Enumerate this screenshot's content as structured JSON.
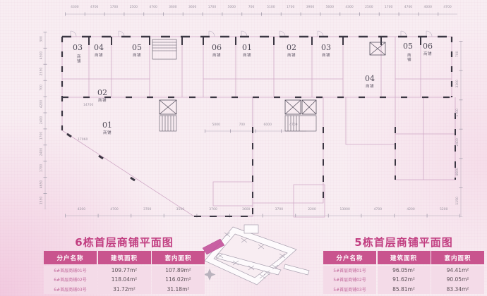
{
  "colors": {
    "accent": "#c13d80",
    "table_header_bg": "#c9548e",
    "table_row_bg": "#f4dbe8",
    "plan_line": "#cfa8c6",
    "dark_wall": "#3b3642",
    "keyplan_highlight": "#c4529b"
  },
  "plan": {
    "units": [
      {
        "num": "03",
        "label": "商铺"
      },
      {
        "num": "04",
        "label": "商铺"
      },
      {
        "num": "05",
        "label": "商铺"
      },
      {
        "num": "06",
        "label": "商铺"
      },
      {
        "num": "01",
        "label": "商铺"
      },
      {
        "num": "02",
        "label": "商铺"
      },
      {
        "num": "03",
        "label": "商铺"
      },
      {
        "num": "04",
        "label": "商铺"
      },
      {
        "num": "05",
        "label": "商铺"
      },
      {
        "num": "06",
        "label": "商铺"
      },
      {
        "num": "02",
        "label": "商铺"
      },
      {
        "num": "01",
        "label": "商铺"
      }
    ],
    "dim_top": [
      "4300",
      "4700",
      "1700",
      "2500",
      "4700",
      "3600",
      "3600",
      "1700",
      "5000",
      "700",
      "5100",
      "1700",
      "3900",
      "5600",
      "4300",
      "2500",
      "1700",
      "4700",
      "4000",
      "4700"
    ],
    "dim_bottom": [
      "4200",
      "4700",
      "3700",
      "3500",
      "3700",
      "3600",
      "3700",
      "2200",
      "13000",
      "4700",
      "4200",
      "5200"
    ],
    "dim_left": [
      "300",
      "4500",
      "2350",
      "700",
      "4200",
      "2400",
      "1700",
      "2400",
      "1700",
      "4650",
      "1550"
    ],
    "dim_right": [
      "700",
      "3300",
      "1700",
      "2400",
      "4600",
      "1150"
    ],
    "dim_inner_row": [
      "5000",
      "700",
      "6000",
      "4700"
    ],
    "dim_inner_a": "14700",
    "dim_inner_b": "17060"
  },
  "sections": [
    {
      "title": "6栋首层商铺平面图",
      "table": {
        "headers": [
          "分户名称",
          "建筑面积",
          "套内面积"
        ],
        "rows": [
          {
            "name": "6#首层商铺01号",
            "build": "109.77m²",
            "inner": "107.89m²"
          },
          {
            "name": "6#首层商铺02号",
            "build": "118.04m²",
            "inner": "116.02m²"
          },
          {
            "name": "6#首层商铺03号",
            "build": "31.72m²",
            "inner": "31.18m²"
          }
        ]
      }
    },
    {
      "title": "5栋首层商铺平面图",
      "table": {
        "headers": [
          "分户名称",
          "建筑面积",
          "套内面积"
        ],
        "rows": [
          {
            "name": "5#首层商铺01号",
            "build": "96.05m²",
            "inner": "94.41m²"
          },
          {
            "name": "5#首层商铺02号",
            "build": "91.62m²",
            "inner": "90.05m²"
          },
          {
            "name": "5#首层商铺03号",
            "build": "85.81m²",
            "inner": "83.34m²"
          }
        ]
      }
    }
  ]
}
